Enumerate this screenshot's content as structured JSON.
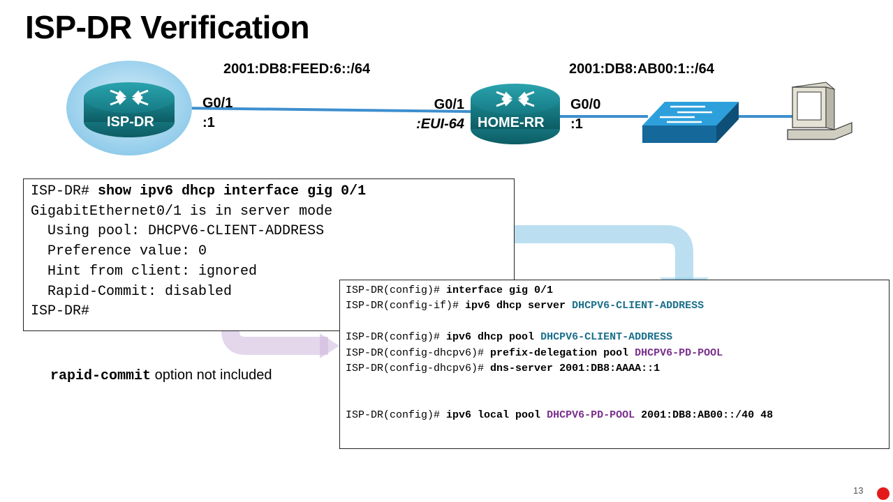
{
  "title": "ISP-DR Verification",
  "topology": {
    "network_left": "2001:DB8:FEED:6::/64",
    "network_right": "2001:DB8:AB00:1::/64",
    "isp_router": {
      "name": "ISP-DR",
      "if_name": "G0/1",
      "if_addr": ":1"
    },
    "home_router": {
      "name": "HOME-RR",
      "wan_if_name": "G0/1",
      "wan_if_addr": ":EUI-64",
      "lan_if_name": "G0/0",
      "lan_if_addr": ":1"
    },
    "devices": [
      "switch-icon",
      "pc-icon"
    ],
    "colors": {
      "router": "#1f8c96",
      "switch": "#1d8fc9",
      "link": "#3e8fcf",
      "isp_halo": "#9fd3ee"
    }
  },
  "show_output": {
    "prompt": "ISP-DR# ",
    "command": "show ipv6 dhcp interface gig 0/1",
    "lines": [
      "GigabitEthernet0/1 is in server mode",
      "  Using pool: DHCPV6-CLIENT-ADDRESS",
      "  Preference value: 0",
      "  Hint from client: ignored",
      "  Rapid-Commit: disabled",
      "ISP-DR#"
    ]
  },
  "config": {
    "l1_prompt": "ISP-DR(config)# ",
    "l1_cmd": "interface gig 0/1",
    "l2_prompt": "ISP-DR(config-if)# ",
    "l2_cmd": "ipv6 dhcp server ",
    "l2_arg": "DHCPV6-CLIENT-ADDRESS",
    "l3_prompt": "ISP-DR(config)# ",
    "l3_cmd": "ipv6 dhcp pool ",
    "l3_arg": "DHCPV6-CLIENT-ADDRESS",
    "l4_prompt": "ISP-DR(config-dhcpv6)# ",
    "l4_cmd": "prefix-delegation pool ",
    "l4_arg": "DHCPV6-PD-POOL",
    "l5_prompt": "ISP-DR(config-dhcpv6)# ",
    "l5_cmd": "dns-server 2001:DB8:AAAA::1",
    "l6_prompt": "ISP-DR(config)# ",
    "l6_cmd": "ipv6 local pool ",
    "l6_arg": "DHCPV6-PD-POOL",
    "l6_tail": " 2001:DB8:AB00::/40 48"
  },
  "note": {
    "keyword": "rapid-commit",
    "text": " option not included"
  },
  "highlight_colors": {
    "pool": "#8ec9e6",
    "rapid": "#cdb6dd"
  },
  "slide_number": "13"
}
